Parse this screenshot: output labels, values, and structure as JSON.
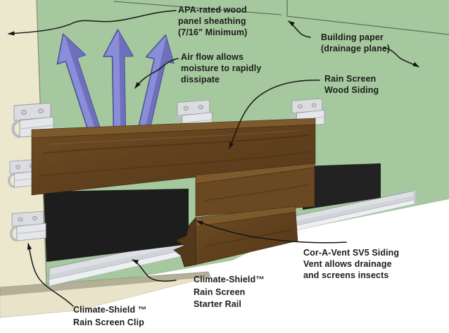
{
  "diagram": {
    "subject": "rain screen wall assembly cutaway"
  },
  "labels": {
    "sheathing": {
      "lines": [
        "APA-rated wood",
        "panel sheathing",
        "(7/16\" Minimum)"
      ]
    },
    "airflow": {
      "lines": [
        "Air flow allows",
        "moisture to rapidly",
        "dissipate"
      ]
    },
    "building_paper": {
      "lines": [
        "Building paper",
        "(drainage plane)"
      ]
    },
    "wood_siding": {
      "lines": [
        "Rain Screen",
        "Wood Siding"
      ]
    },
    "coravent": {
      "lines": [
        "Cor-A-Vent SV5 Siding",
        "Vent allows drainage",
        "and screens insects"
      ]
    },
    "starter_rail": {
      "lines": [
        "Climate-Shield™",
        "Rain Screen",
        "Starter Rail"
      ]
    },
    "clip": {
      "lines": [
        "Climate-Shield ™",
        "Rain Screen Clip"
      ]
    }
  },
  "icons": {
    "airflow_arrow": "up-arrow-3d",
    "leader_arrow": "curved-pointer-arrow"
  },
  "colors": {
    "page": "#ffffff",
    "sheathing_wall": "#ece8ce",
    "building_paper": "#a6c89e",
    "sill_top": "#b3af99",
    "sill_face": "#e9e4c9",
    "airflow_arrow": "#8a8dd8",
    "airflow_arrow_shade": "#686bb9",
    "airflow_arrow_outline": "#4d5095",
    "wood": "#66451f",
    "wood_dark": "#54381a",
    "wood_light": "#7d5a2d",
    "vent_black": "#1d1d1d",
    "rail": "#dcdfe3",
    "rail_lip": "#edeff2",
    "clip_metal": "#dadce0",
    "leader_line": "#161616"
  }
}
